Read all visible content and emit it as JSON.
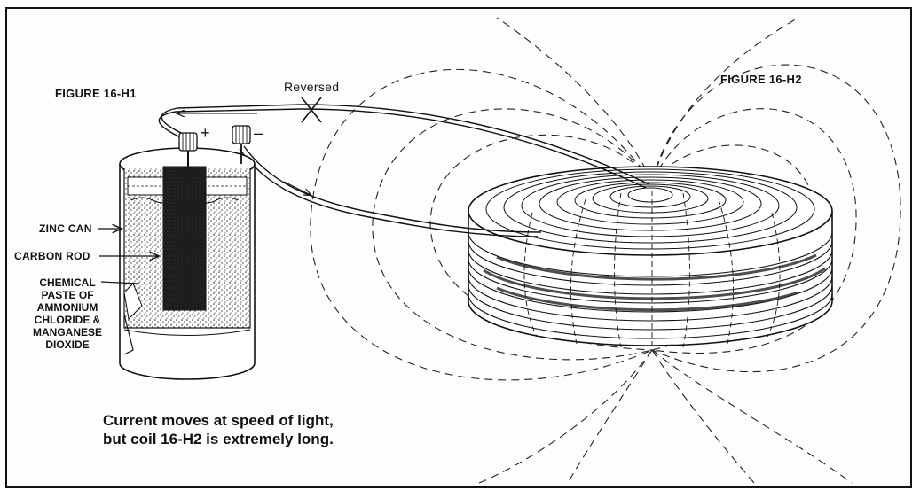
{
  "figure_left": "FIGURE 16-H1",
  "figure_right": "FIGURE 16-H2",
  "reversed_label": "Reversed",
  "plus_sign": "+",
  "minus_sign": "–",
  "labels": {
    "zinc_can": "ZINC CAN",
    "carbon_rod": "CARBON ROD",
    "chemical_paste": [
      "CHEMICAL",
      "PASTE OF",
      "AMMONIUM",
      "CHLORIDE &",
      "MANGANESE",
      "DIOXIDE"
    ]
  },
  "caption": [
    "Current moves at speed of light,",
    "but coil 16-H2 is extremely long."
  ]
}
